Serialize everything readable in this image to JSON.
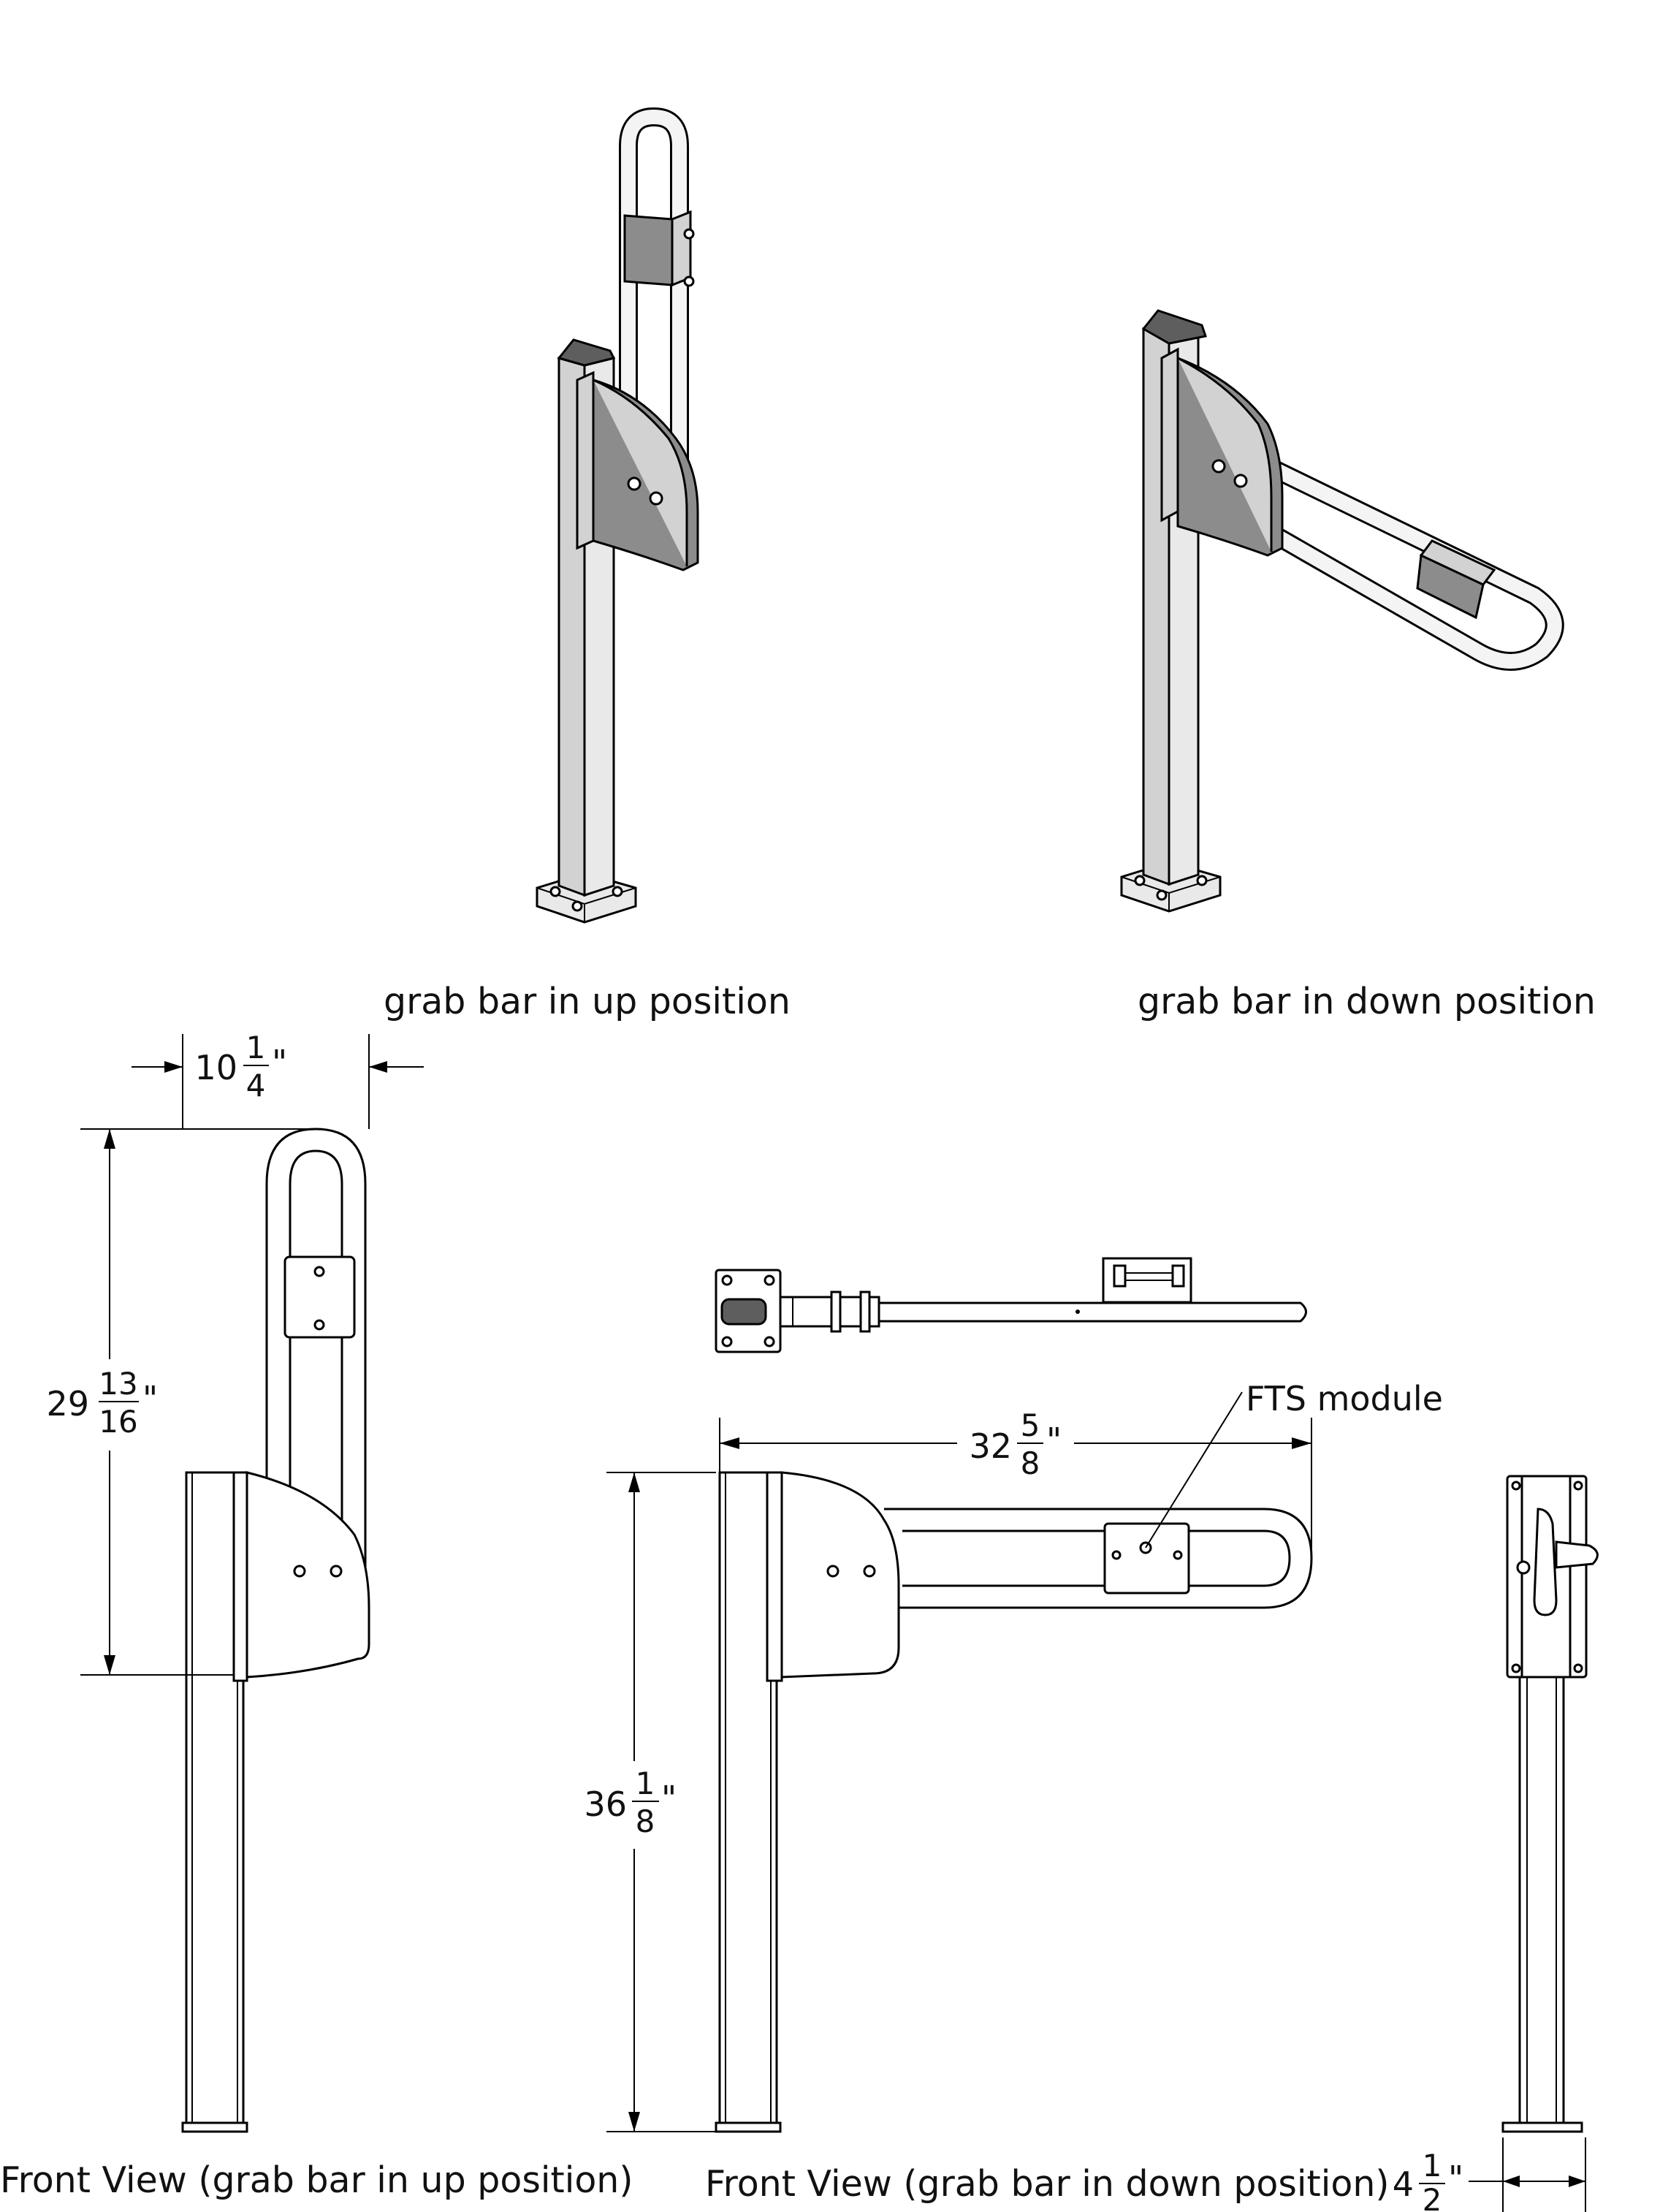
{
  "captions": {
    "iso_up": "grab bar in up position",
    "iso_down": "grab bar in down position",
    "front_up": "Front View (grab bar in up position)",
    "front_down": "Front View (grab bar in down position)",
    "callout": "FTS module"
  },
  "dimensions": {
    "width_up": {
      "whole": "10",
      "num": "1",
      "den": "4",
      "unit": "\""
    },
    "height_bar": {
      "whole": "29",
      "num": "13",
      "den": "16",
      "unit": "\""
    },
    "length_down": {
      "whole": "32",
      "num": "5",
      "den": "8",
      "unit": "\""
    },
    "height_total": {
      "whole": "36",
      "num": "1",
      "den": "8",
      "unit": "\""
    },
    "base_width": {
      "whole": "4",
      "num": "1",
      "den": "2",
      "unit": "\""
    }
  }
}
